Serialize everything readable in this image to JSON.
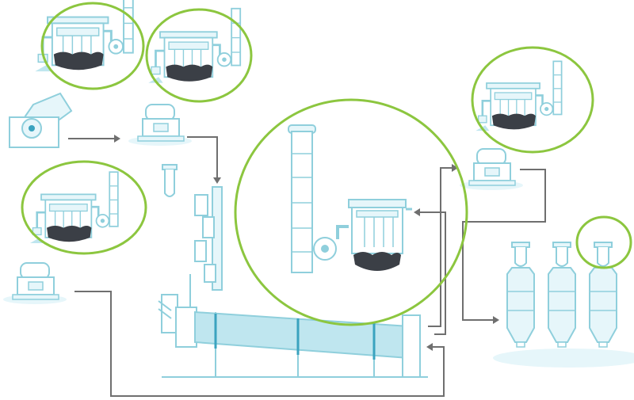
{
  "diagram": {
    "kind": "industrial-process-schematic",
    "text_labels": [],
    "colors": {
      "outline": "#8fcfdc",
      "fill": "#e6f6fa",
      "fill_mid": "#bfe6ef",
      "dark_bag": "#3b3f46",
      "pipe": "#6f6f6f",
      "highlight": "#8cc63f",
      "accent_blue": "#3aa3bf"
    },
    "icons": [
      "dust-collector-icon",
      "exhaust-stack-icon",
      "fan-icon",
      "vibrating-feeder-icon",
      "cyclone-icon",
      "rotary-kiln-icon",
      "storage-silo-icon"
    ],
    "highlighted_groups": [
      "dust-collector-top-left-1",
      "dust-collector-top-left-2",
      "dust-collector-left-middle",
      "main-baghouse-stack",
      "dust-collector-right",
      "silo-top-vent"
    ]
  }
}
